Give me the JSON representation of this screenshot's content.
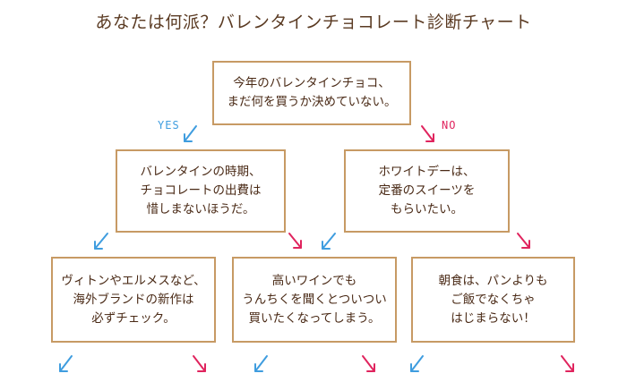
{
  "title": "あなたは何派？バレンタインチョコレート診断チャート",
  "labels": {
    "yes": "YES",
    "no": "NO"
  },
  "colors": {
    "yes_arrow": "#3f9ddf",
    "no_arrow": "#e0245e",
    "box_border": "#c79a64",
    "text": "#4a2a16"
  },
  "nodes": {
    "root": [
      "今年のバレンタインチョコ、",
      "まだ何を買うか決めていない。"
    ],
    "left": [
      "バレンタインの時期、",
      "チョコレートの出費は",
      "惜しまないほうだ。"
    ],
    "right": [
      "ホワイトデーは、",
      "定番のスイーツを",
      "もらいたい。"
    ],
    "bottom_left": [
      "ヴィトンやエルメスなど、",
      "海外ブランドの新作は",
      "必ずチェック。"
    ],
    "bottom_middle": [
      "高いワインでも",
      "うんちくを聞くとついつい",
      "買いたくなってしまう。"
    ],
    "bottom_right": [
      "朝食は、パンよりも",
      "ご飯でなくちゃ",
      "はじまらない！"
    ]
  }
}
